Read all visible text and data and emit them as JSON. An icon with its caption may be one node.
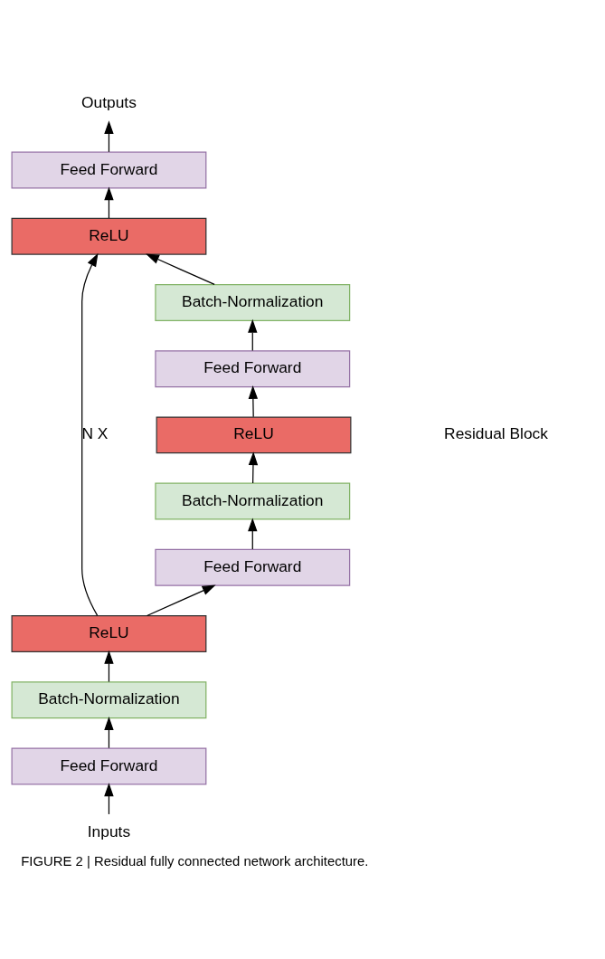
{
  "diagram": {
    "caption": "FIGURE 2 | Residual fully connected network architecture.",
    "nodes": [
      {
        "text": [
          "Outputs"
        ]
      },
      {
        "text": [
          "Feed Forward"
        ]
      },
      {
        "text": [
          "ReLU"
        ]
      },
      {
        "text": [
          "Batch-Normalization"
        ]
      },
      {
        "text": [
          "Feed Forward"
        ]
      },
      {
        "text": [
          "ReLU"
        ]
      },
      {
        "text": [
          "Batch-Normalization"
        ]
      },
      {
        "text": [
          "Feed Forward"
        ]
      },
      {
        "text": [
          "ReLU"
        ]
      },
      {
        "text": [
          "Batch-Normalization"
        ]
      },
      {
        "text": [
          "Feed Forward"
        ]
      },
      {
        "text": [
          "Inputs"
        ]
      }
    ],
    "edges": [
      {
        "from": 11,
        "to": 10,
        "arrow": "to"
      },
      {
        "from": 10,
        "to": 9,
        "arrow": "to"
      },
      {
        "from": 9,
        "to": 8,
        "arrow": "to"
      },
      {
        "from": 8,
        "to": 7,
        "arrow": "to"
      },
      {
        "from": 7,
        "to": 6,
        "arrow": "to"
      },
      {
        "from": 6,
        "to": 5,
        "arrow": "to"
      },
      {
        "from": 5,
        "to": 4,
        "arrow": "to"
      },
      {
        "from": 4,
        "to": 3,
        "arrow": "to"
      },
      {
        "from": 3,
        "to": 2,
        "arrow": "to"
      },
      {
        "from": 2,
        "to": 1,
        "arrow": "to"
      },
      {
        "from": 1,
        "to": 0,
        "arrow": "to"
      },
      {
        "from": 8,
        "to": 2,
        "arrow": "to",
        "label": "N X"
      }
    ],
    "labels": [
      "Residual Block"
    ]
  }
}
